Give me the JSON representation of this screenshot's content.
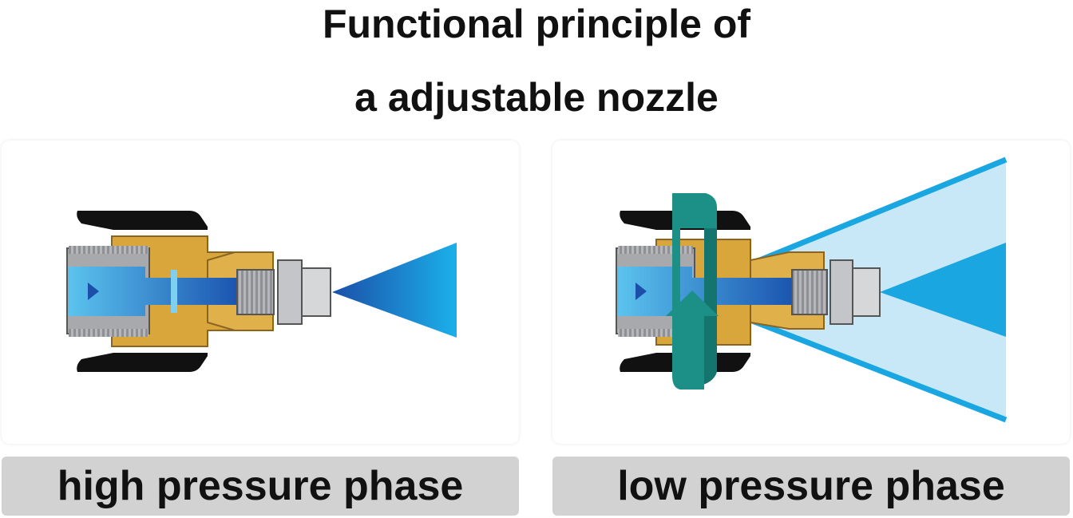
{
  "header": {
    "title_line1": "Functional principle of",
    "title_line2": "a adjustable nozzle"
  },
  "panels": [
    {
      "caption": "high pressure phase",
      "rotation_arrow": false
    },
    {
      "caption": "low pressure phase",
      "rotation_arrow": true
    }
  ],
  "colors": {
    "housing_black": "#111111",
    "brass": "#d9a63c",
    "steel_gray": "#a7a9ac",
    "water_blue": "#1aa6e0",
    "jet_light_blue": "#c9e8f7",
    "rotation_teal": "#1c8f86",
    "caption_bg": "#d2d2d2"
  }
}
